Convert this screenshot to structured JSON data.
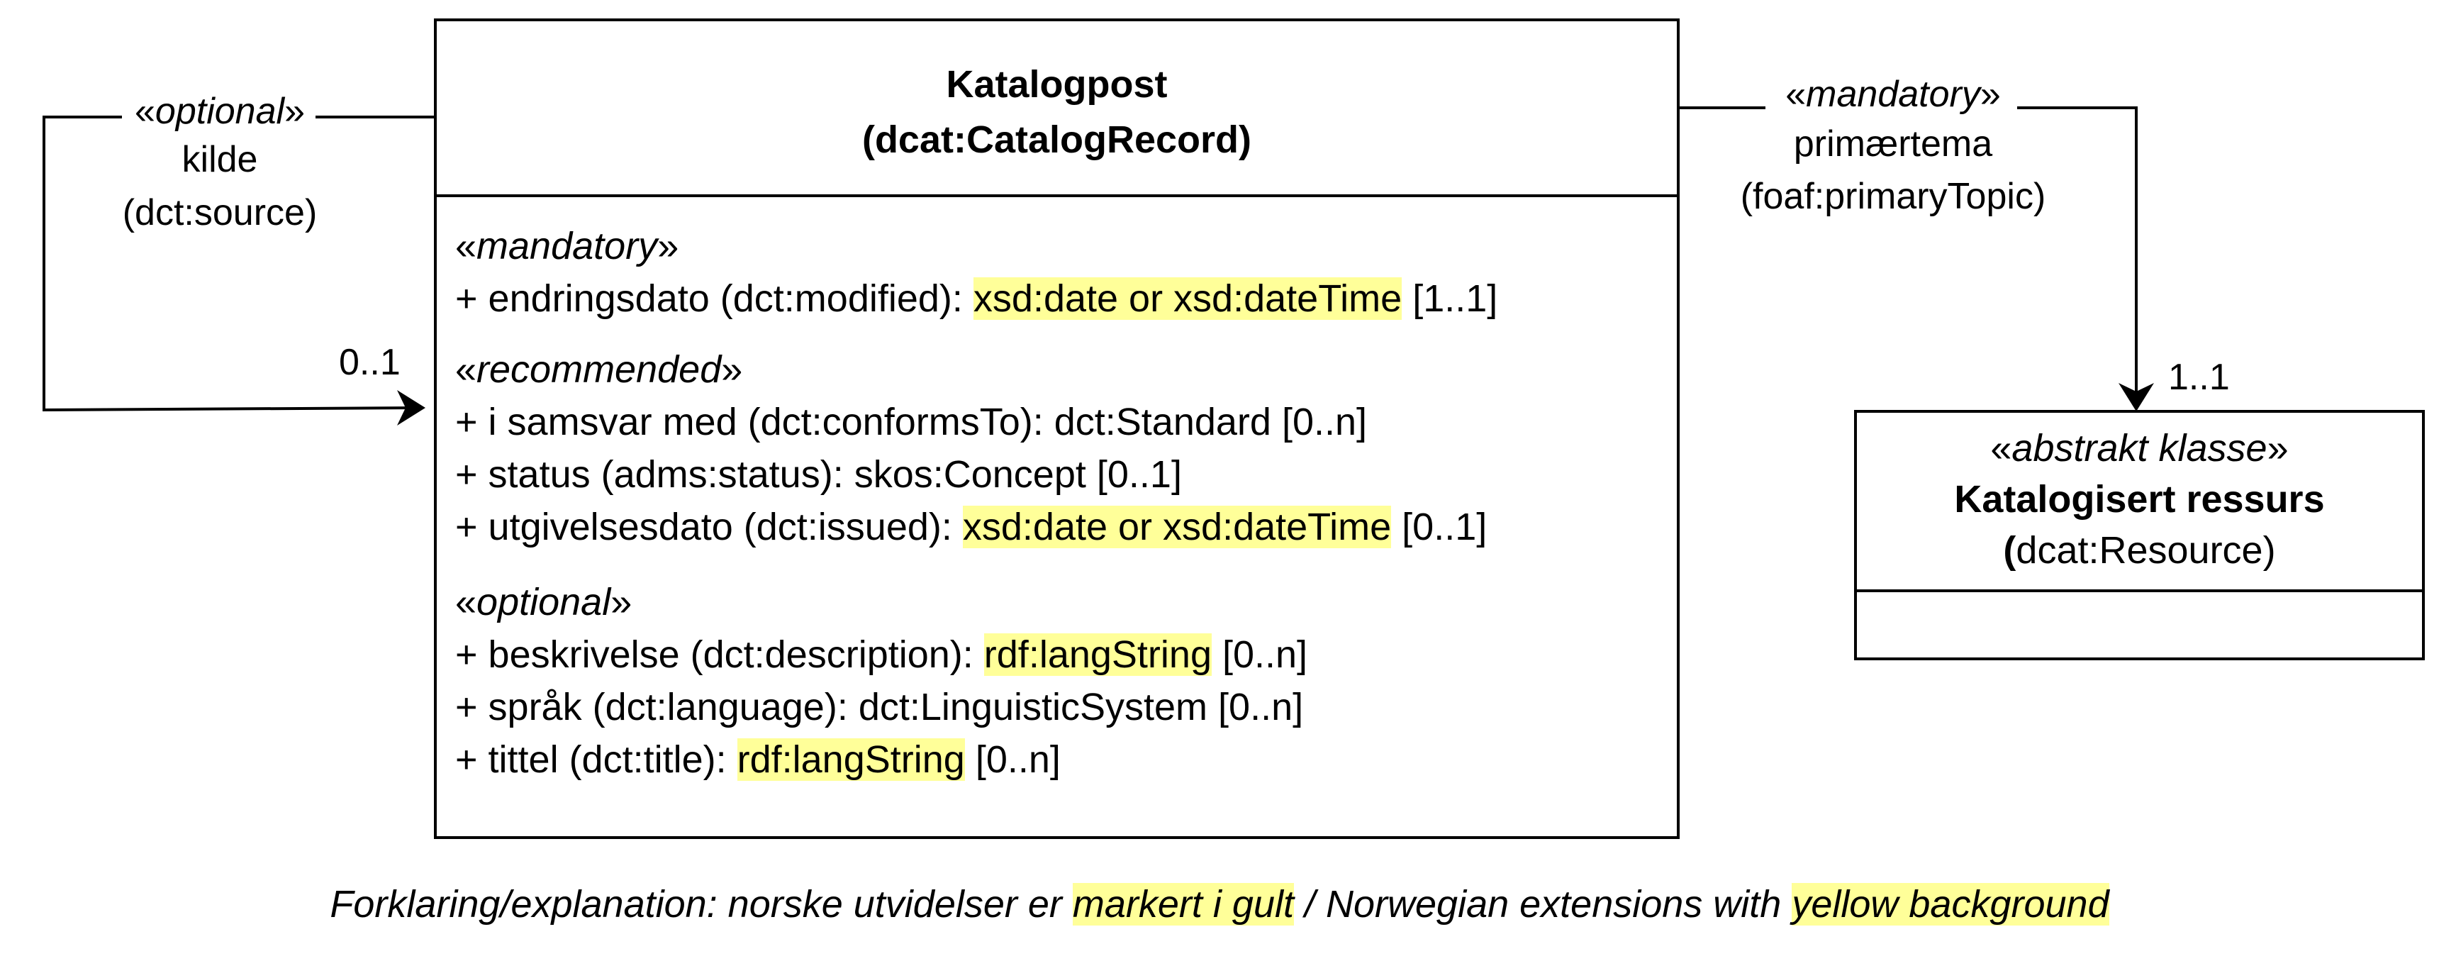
{
  "catalog_record": {
    "title": "Katalogpost",
    "subtitle": "(dcat:CatalogRecord)",
    "groups": [
      {
        "stereotype": "mandatory",
        "attributes": [
          {
            "name": "+ endringsdato (dct:modified): ",
            "type": "xsd:date or xsd:dateTime",
            "type_highlighted": true,
            "multiplicity": " [1..1]"
          }
        ]
      },
      {
        "stereotype": "recommended",
        "attributes": [
          {
            "name": "+ i samsvar med (dct:conformsTo): ",
            "type": "dct:Standard",
            "type_highlighted": false,
            "multiplicity": " [0..n]"
          },
          {
            "name": "+ status (adms:status): ",
            "type": "skos:Concept",
            "type_highlighted": false,
            "multiplicity": " [0..1]"
          },
          {
            "name": "+ utgivelsesdato (dct:issued): ",
            "type": "xsd:date or xsd:dateTime",
            "type_highlighted": true,
            "multiplicity": " [0..1]"
          }
        ]
      },
      {
        "stereotype": "optional",
        "attributes": [
          {
            "name": "+ beskrivelse (dct:description): ",
            "type": "rdf:langString",
            "type_highlighted": true,
            "multiplicity": " [0..n]"
          },
          {
            "name": "+ språk (dct:language): ",
            "type": "dct:LinguisticSystem",
            "type_highlighted": false,
            "multiplicity": " [0..n]"
          },
          {
            "name": "+ tittel (dct:title): ",
            "type": "rdf:langString",
            "type_highlighted": true,
            "multiplicity": " [0..n]"
          }
        ]
      }
    ]
  },
  "resource": {
    "stereotype": "abstrakt klasse",
    "title": "Katalogisert ressurs",
    "subtitle_paren": "(",
    "subtitle_rest": "dcat:Resource)"
  },
  "source_assoc": {
    "stereotype": "optional",
    "name": "kilde",
    "property": "(dct:source)",
    "multiplicity": "0..1"
  },
  "primary_topic_assoc": {
    "stereotype": "mandatory",
    "name": "primærtema",
    "property": "(foaf:primaryTopic)",
    "multiplicity": "1..1"
  },
  "guillemet_open": "«",
  "guillemet_close": "»",
  "legend": {
    "part1": "Forklaring/explanation: norske utvidelser er ",
    "hl1": "markert i gult",
    "part2": " / Norwegian extensions with ",
    "hl2": "yellow background"
  }
}
